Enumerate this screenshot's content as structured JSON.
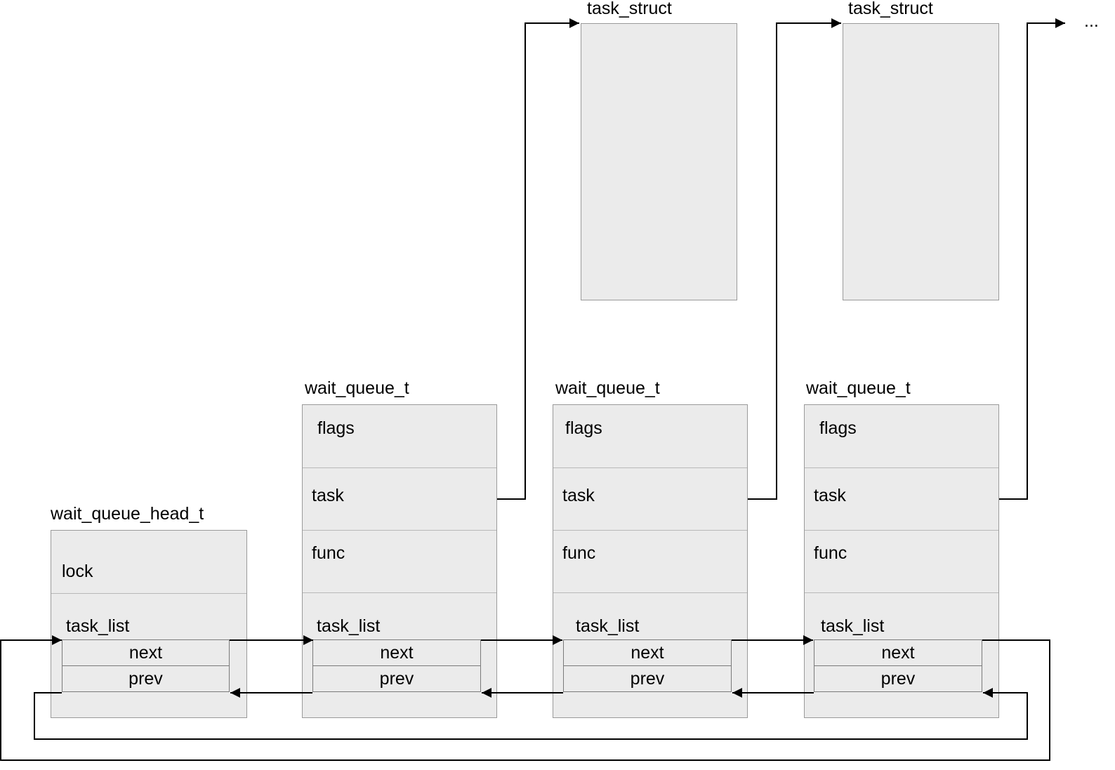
{
  "task_structs": [
    {
      "title": "task_struct"
    },
    {
      "title": "task_struct"
    }
  ],
  "ellipsis": "...",
  "head": {
    "title": "wait_queue_head_t",
    "lock": "lock",
    "task_list": "task_list",
    "next": "next",
    "prev": "prev"
  },
  "queues": [
    {
      "title": "wait_queue_t",
      "flags": "flags",
      "task": "task",
      "func": "func",
      "task_list": "task_list",
      "next": "next",
      "prev": "prev"
    },
    {
      "title": "wait_queue_t",
      "flags": "flags",
      "task": "task",
      "func": "func",
      "task_list": "task_list",
      "next": "next",
      "prev": "prev"
    },
    {
      "title": "wait_queue_t",
      "flags": "flags",
      "task": "task",
      "func": "func",
      "task_list": "task_list",
      "next": "next",
      "prev": "prev"
    }
  ]
}
